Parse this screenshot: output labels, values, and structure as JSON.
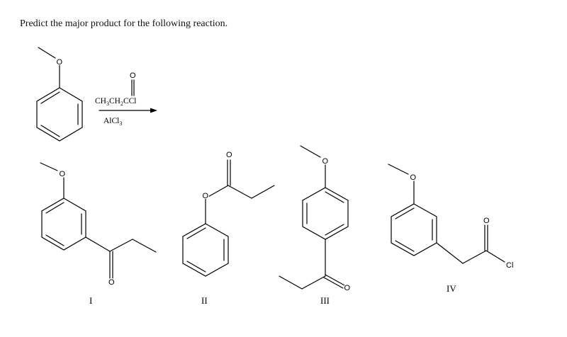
{
  "question": "Predict the major product for the following reaction.",
  "reaction": {
    "reagent_top": {
      "main": "CH",
      "sub1": "3",
      "mid": "CH",
      "sub2": "2",
      "tail": "CCl"
    },
    "reagent_bottom": {
      "main": "AlCl",
      "sub": "3"
    }
  },
  "atoms": {
    "oxygen": "O",
    "chlorine": "Cl"
  },
  "choices": [
    {
      "label": "I"
    },
    {
      "label": "II"
    },
    {
      "label": "III"
    },
    {
      "label": "IV"
    }
  ]
}
